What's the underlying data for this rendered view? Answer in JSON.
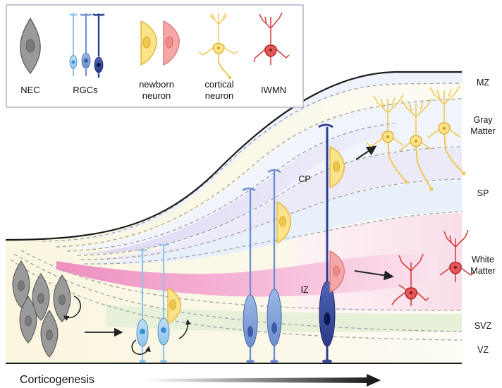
{
  "legend": {
    "items": [
      {
        "key": "nec",
        "label": "NEC"
      },
      {
        "key": "rgcs",
        "label": "RGCs"
      },
      {
        "key": "newborn",
        "label_line1": "newborn",
        "label_line2": "neuron"
      },
      {
        "key": "cortical",
        "label_line1": "cortical",
        "label_line2": "neuron"
      },
      {
        "key": "iwmn",
        "label": "IWMN"
      }
    ]
  },
  "zones": {
    "mz": "MZ",
    "gray_line1": "Gray",
    "gray_line2": "Matter",
    "sp": "SP",
    "white_line1": "White",
    "white_line2": "Matter",
    "svz": "SVZ",
    "vz": "VZ"
  },
  "regions": {
    "cp": "CP",
    "iz": "IZ"
  },
  "timeline": {
    "label": "Corticogenesis"
  },
  "colors": {
    "nec_gray": "#9a9a9a",
    "rgc_light": "#a9d3f0",
    "rgc_mid": "#7d9fd6",
    "rgc_dark": "#34479a",
    "newborn_yellow": "#fbe38a",
    "newborn_pink": "#f4a7a6",
    "cortical_yellow": "#f0c64a",
    "iwmn_red": "#d43c3c",
    "cp_lavender": "#e4e0f6",
    "iz_pink": "#f3a9cf",
    "svz_green": "#e6f0d8",
    "vz_cream": "#fbf7e4",
    "sp_blue": "#e9f1fb"
  }
}
